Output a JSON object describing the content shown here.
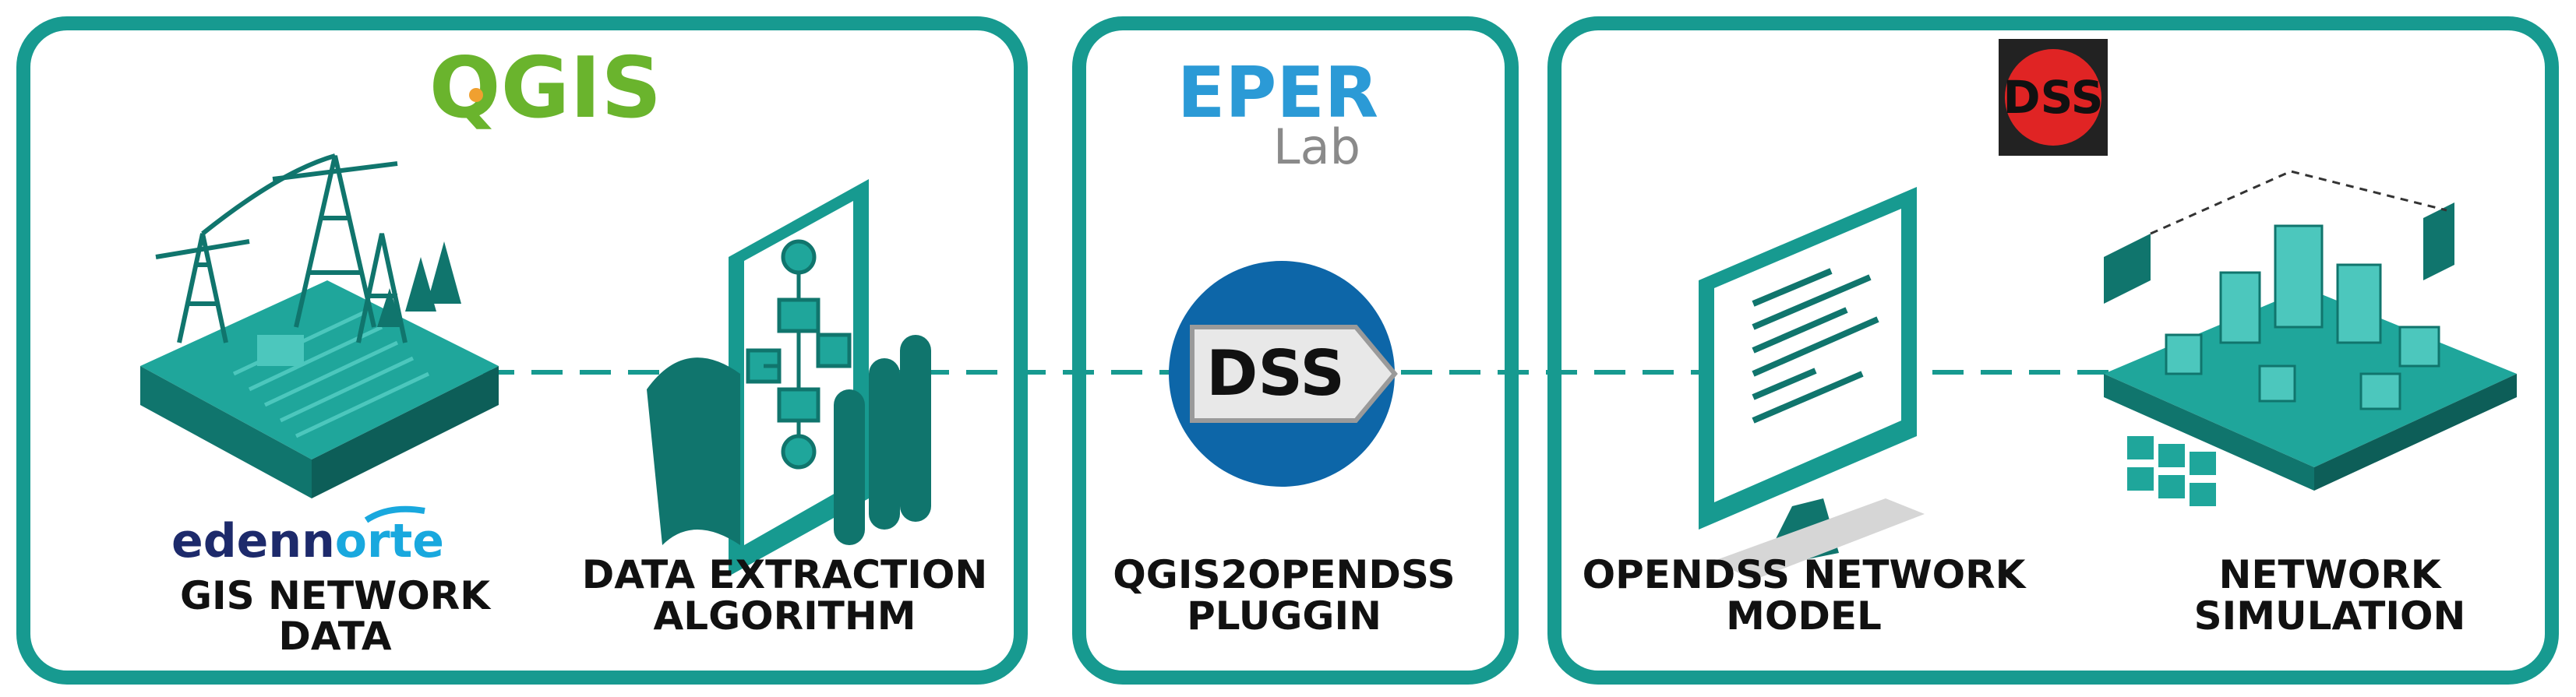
{
  "logos": {
    "qgis": "QGIS",
    "eper": "EPER",
    "eper_lab": "Lab",
    "dss_top": "DSS",
    "dss_plugin": "DSS",
    "edenorte_1": "eden",
    "edenorte_2": "orte"
  },
  "captions": {
    "gis_data_line1": "GIS NETWORK",
    "gis_data_line2": "DATA",
    "extraction_line1": "DATA EXTRACTION",
    "extraction_line2": "ALGORITHM",
    "plugin_line1": "QGIS2OPENDSS",
    "plugin_line2": "PLUGGIN",
    "model_line1": "OPENDSS NETWORK",
    "model_line2": "MODEL",
    "simulation_line1": "NETWORK",
    "simulation_line2": "SIMULATION"
  },
  "colors": {
    "panel_border": "#179a90",
    "teal_dark": "#10756d",
    "teal_mid": "#1fa69b",
    "teal_light": "#4cc7bd",
    "qgis_green": "#6ab42d",
    "eper_blue": "#2b9ad6",
    "dss_red": "#e02424",
    "plugin_blue": "#0d66a8",
    "edenorte_navy": "#1d2a6b",
    "edenorte_cyan": "#19a8de"
  }
}
